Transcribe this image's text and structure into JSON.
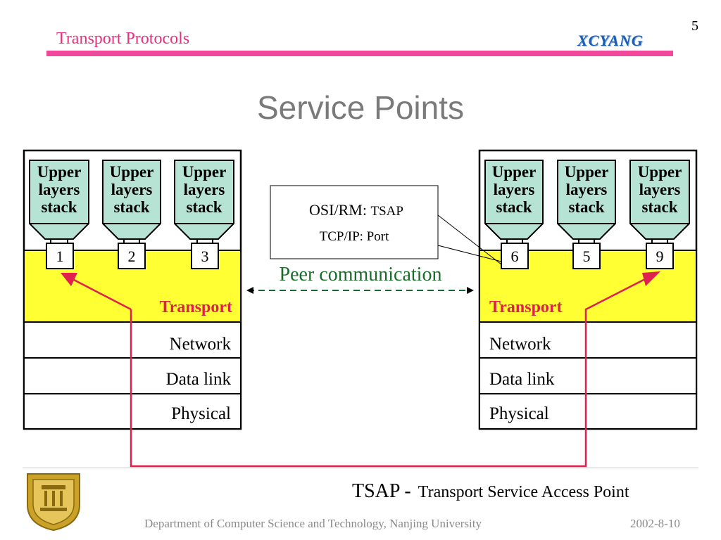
{
  "header": {
    "title": "Transport Protocols",
    "author": "XCYANG",
    "page_number": "5"
  },
  "slide": {
    "title": "Service Points"
  },
  "diagram": {
    "left_stack": {
      "apps": [
        {
          "line1": "Upper",
          "line2": "layers",
          "line3": "stack",
          "port": "1"
        },
        {
          "line1": "Upper",
          "line2": "layers",
          "line3": "stack",
          "port": "2"
        },
        {
          "line1": "Upper",
          "line2": "layers",
          "line3": "stack",
          "port": "3"
        }
      ],
      "layers": [
        "Transport",
        "Network",
        "Data link",
        "Physical"
      ]
    },
    "right_stack": {
      "apps": [
        {
          "line1": "Upper",
          "line2": "layers",
          "line3": "stack",
          "port": "6"
        },
        {
          "line1": "Upper",
          "line2": "layers",
          "line3": "stack",
          "port": "5"
        },
        {
          "line1": "Upper",
          "line2": "layers",
          "line3": "stack",
          "port": "9"
        }
      ],
      "layers": [
        "Transport",
        "Network",
        "Data link",
        "Physical"
      ]
    },
    "peer_label": "Peer communication",
    "callout": {
      "line1_a": "OSI/RM: ",
      "line1_b": "TSAP",
      "line2": "TCP/IP:  Port"
    }
  },
  "caption": {
    "term": "TSAP -",
    "definition": "Transport Service Access Point"
  },
  "footer": {
    "department": "Department of Computer Science and Technology, Nanjing University",
    "date": "2002-8-10"
  },
  "colors": {
    "accent_pink": "#f0489a",
    "transport_yellow": "#ffff33",
    "app_green": "#b6e3d4",
    "path_red": "#e0204e",
    "peer_green": "#1a6b2a"
  }
}
